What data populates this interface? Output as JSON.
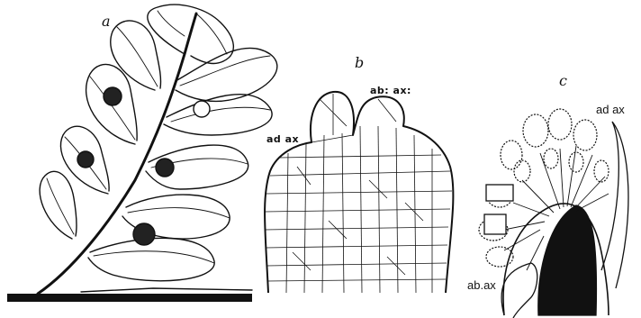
{
  "figure": {
    "panels": [
      {
        "letter": "a"
      },
      {
        "letter": "b",
        "labels": {
          "adaxial": "ad ax",
          "abaxial": "ab: ax:"
        }
      },
      {
        "letter": "c",
        "labels": {
          "adaxial": "ad ax",
          "abaxial": "ab.ax"
        }
      }
    ]
  },
  "colors": {
    "ink": "#111111",
    "paper": "#ffffff"
  }
}
